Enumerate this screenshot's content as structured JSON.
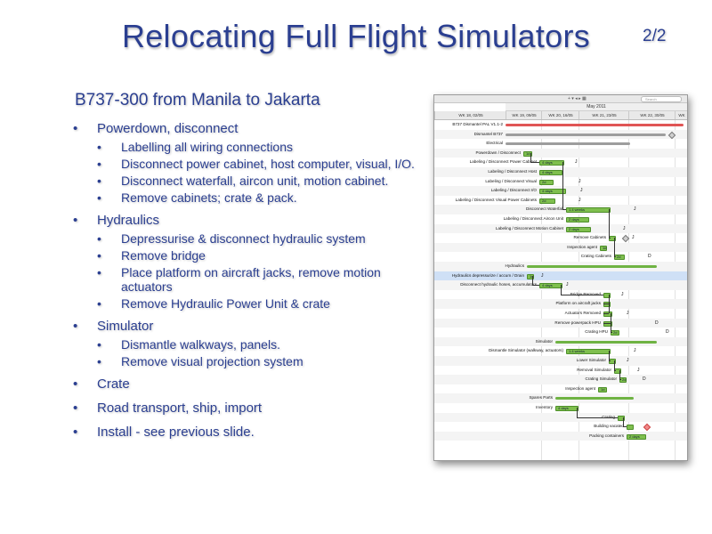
{
  "slide": {
    "title": "Relocating Full Flight Simulators",
    "page": "2/2",
    "subtitle": "B737-300 from Manila to Jakarta",
    "bullet_glyph": "•",
    "sections": [
      {
        "text": "Powerdown, disconnect",
        "items": [
          "Labelling all wiring connections",
          "Disconnect power cabinet, host computer, visual, I/O.",
          "Disconnect waterfall, aircon unit, motion cabinet.",
          "Remove cabinets; crate & pack."
        ]
      },
      {
        "text": "Hydraulics",
        "items": [
          "Depressurise & disconnect hydraulic system",
          "Remove bridge",
          "Place platform on aircraft jacks, remove motion actuators",
          "Remove Hydraulic Power Unit & crate"
        ]
      },
      {
        "text": "Simulator",
        "items": [
          "Dismantle walkways, panels.",
          "Remove visual projection system"
        ]
      },
      {
        "text": "Crate",
        "items": []
      },
      {
        "text": "Road transport, ship, import",
        "items": []
      },
      {
        "text": "Install - see previous slide.",
        "items": []
      }
    ]
  },
  "gantt": {
    "search_placeholder": "Search",
    "toolbar_icons": "+ ▾ ◂ ▸ ▦",
    "month": "May 2011",
    "weeks": [
      "WK 18, 02/05",
      "WK 19, 09/05",
      "WK 20, 16/05",
      "WK 21, 23/05",
      "WK 22, 30/05",
      "WK"
    ],
    "tasks": [
      {
        "label": "B737 Dismantel PAL V1.1-2",
        "type": "red",
        "start": 0.0,
        "end": 1.0,
        "alt": false
      },
      {
        "label": "Dismantel B737",
        "type": "summarygrey",
        "start": 0.0,
        "end": 0.9,
        "alt": true,
        "ms": 0.92
      },
      {
        "label": "Electrical",
        "type": "summarygrey",
        "start": 0.0,
        "end": 0.7,
        "alt": false
      },
      {
        "label": "Powerdown / Disconnect",
        "type": "green",
        "start": 0.1,
        "end": 0.14,
        "text": "1d",
        "alt": true
      },
      {
        "label": "Labeling / Disconnect Power Cabinet",
        "type": "green",
        "start": 0.19,
        "end": 0.32,
        "text": "4 days",
        "alt": false,
        "side": "J",
        "sidepos": 0.39
      },
      {
        "label": "Labeling / Disconnect Host",
        "type": "green",
        "start": 0.19,
        "end": 0.31,
        "text": "4 days",
        "alt": true
      },
      {
        "label": "Labeling / Disconnect Visual",
        "type": "green",
        "start": 0.19,
        "end": 0.26,
        "text": "2d",
        "alt": false,
        "side": "J",
        "sidepos": 0.41
      },
      {
        "label": "Labeling / Disconnect I/O",
        "type": "green",
        "start": 0.19,
        "end": 0.33,
        "text": "4 days",
        "alt": true,
        "side": "J",
        "sidepos": 0.42
      },
      {
        "label": "Labeling / Disconnect Visual Power Cabinets",
        "type": "green",
        "start": 0.19,
        "end": 0.27,
        "text": "2d",
        "alt": false,
        "side": "J",
        "sidepos": 0.41
      },
      {
        "label": "Disconnect Waterfall",
        "type": "green",
        "start": 0.34,
        "end": 0.58,
        "text": "1.4 weeks",
        "alt": true,
        "side": "J",
        "sidepos": 0.72
      },
      {
        "label": "Labeling / Disconnect Aircon Unit",
        "type": "green",
        "start": 0.34,
        "end": 0.46,
        "text": "2 days",
        "alt": false
      },
      {
        "label": "Labeling / Disconnect Motion Cabinet",
        "type": "green",
        "start": 0.34,
        "end": 0.47,
        "text": "2 days",
        "alt": true,
        "side": "J",
        "sidepos": 0.66
      },
      {
        "label": "Remove Cabinets",
        "type": "green",
        "start": 0.58,
        "end": 0.61,
        "alt": false,
        "ms": 0.66,
        "side": "J",
        "sidepos": 0.71
      },
      {
        "label": "Inspection agent",
        "type": "green",
        "start": 0.53,
        "end": 0.56,
        "text": "1d",
        "alt": true
      },
      {
        "label": "Crating Cabinets",
        "type": "green",
        "start": 0.61,
        "end": 0.66,
        "text": "2d",
        "alt": false,
        "side": "D",
        "sidepos": 0.8
      },
      {
        "label": "Hydraulics",
        "type": "summary",
        "start": 0.12,
        "end": 0.85,
        "alt": true
      },
      {
        "label": "Hydraulics depressurize / accum / Drain",
        "type": "green",
        "start": 0.12,
        "end": 0.15,
        "text": "1d",
        "alt": false,
        "sel": true,
        "side": "J",
        "sidepos": 0.2
      },
      {
        "label": "Disconnect hydraulic hoses, accumulators",
        "type": "green",
        "start": 0.19,
        "end": 0.31,
        "text": "4 days",
        "alt": true,
        "side": "J",
        "sidepos": 0.34
      },
      {
        "label": "Bridge Removed",
        "type": "green",
        "start": 0.55,
        "end": 0.58,
        "alt": false,
        "side": "J",
        "sidepos": 0.65
      },
      {
        "label": "Platform on aircraft jacks",
        "type": "green",
        "start": 0.55,
        "end": 0.58,
        "alt": true
      },
      {
        "label": "Actuators Removed",
        "type": "green",
        "start": 0.55,
        "end": 0.59,
        "alt": false,
        "side": "J",
        "sidepos": 0.68
      },
      {
        "label": "Remove powerpack HPU",
        "type": "green",
        "start": 0.55,
        "end": 0.59,
        "alt": true,
        "side": "D",
        "sidepos": 0.84
      },
      {
        "label": "Crating HPU",
        "type": "green",
        "start": 0.59,
        "end": 0.63,
        "text": "2d",
        "alt": false,
        "side": "D",
        "sidepos": 0.9
      },
      {
        "label": "Simulator",
        "type": "summary",
        "start": 0.28,
        "end": 0.85,
        "alt": true
      },
      {
        "label": "Dismantle Simulator (walkway, actuators)",
        "type": "green",
        "start": 0.34,
        "end": 0.58,
        "text": "1.4 weeks",
        "alt": false,
        "side": "J",
        "sidepos": 0.72
      },
      {
        "label": "Lower Simulator",
        "type": "green",
        "start": 0.58,
        "end": 0.61,
        "alt": true,
        "side": "J",
        "sidepos": 0.68
      },
      {
        "label": "Removal Simulator",
        "type": "green",
        "start": 0.61,
        "end": 0.64,
        "alt": false,
        "side": "J",
        "sidepos": 0.74
      },
      {
        "label": "Crating Simulator",
        "type": "green",
        "start": 0.64,
        "end": 0.67,
        "text": "2d",
        "alt": true,
        "side": "D",
        "sidepos": 0.77
      },
      {
        "label": "Inspection agent",
        "type": "green",
        "start": 0.52,
        "end": 0.56,
        "text": "1d",
        "alt": false
      },
      {
        "label": "Spares Parts",
        "type": "summary",
        "start": 0.28,
        "end": 0.72,
        "alt": true
      },
      {
        "label": "Inventory",
        "type": "green",
        "start": 0.28,
        "end": 0.4,
        "text": "4 days",
        "alt": false
      },
      {
        "label": "Crating",
        "type": "green",
        "start": 0.63,
        "end": 0.66,
        "alt": true
      },
      {
        "label": "Building vacated",
        "type": "green",
        "start": 0.68,
        "end": 0.71,
        "alt": false,
        "ms": 0.78,
        "msred": true
      },
      {
        "label": "Packing containers",
        "type": "green",
        "start": 0.68,
        "end": 0.78,
        "text": "2 days",
        "alt": true
      }
    ]
  }
}
